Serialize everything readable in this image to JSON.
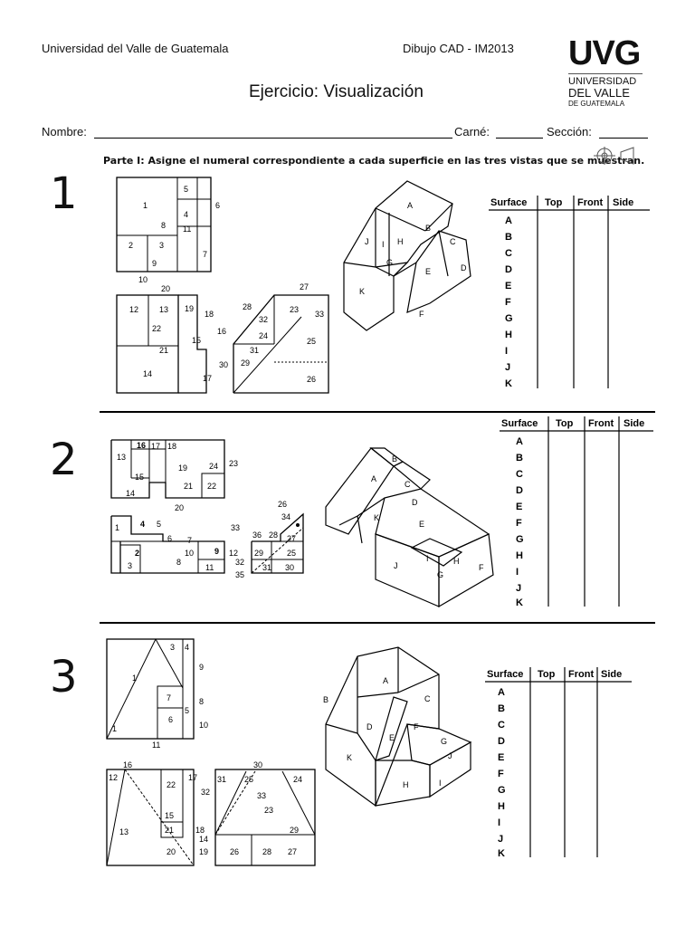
{
  "header": {
    "university": "Universidad del Valle de Guatemala",
    "course": "Dibujo CAD - IM2013",
    "title": "Ejercicio: Visualización",
    "logo_main": "UVG",
    "logo_line1": "UNIVERSIDAD",
    "logo_line2": "DEL VALLE",
    "logo_line3": "DE GUATEMALA"
  },
  "form": {
    "nombre_label": "Nombre: ",
    "carne_label": "Carné: ",
    "seccion_label": "Sección: "
  },
  "instruction": "Parte I: Asigne el numeral correspondiente a cada superficie en las tres vistas que se muestran.",
  "exercises": [
    {
      "number": "1",
      "table": {
        "headers": [
          "Surface",
          "Top",
          "Front",
          "Side"
        ],
        "rows": [
          "A",
          "B",
          "C",
          "D",
          "E",
          "F",
          "G",
          "H",
          "I",
          "J",
          "K"
        ]
      },
      "top_labels": [
        "1",
        "2",
        "3",
        "4",
        "5",
        "6",
        "7",
        "8",
        "9",
        "10",
        "11"
      ],
      "front_labels": [
        "12",
        "13",
        "14",
        "15",
        "16",
        "17",
        "18",
        "19",
        "20",
        "21",
        "22"
      ],
      "side_labels": [
        "23",
        "24",
        "25",
        "26",
        "27",
        "28",
        "29",
        "30",
        "31",
        "32",
        "33"
      ],
      "iso_labels": [
        "A",
        "B",
        "C",
        "D",
        "E",
        "F",
        "G",
        "H",
        "I",
        "J",
        "K"
      ]
    },
    {
      "number": "2",
      "table": {
        "headers": [
          "Surface",
          "Top",
          "Front",
          "Side"
        ],
        "rows": [
          "A",
          "B",
          "C",
          "D",
          "E",
          "F",
          "G",
          "H",
          "I",
          "J",
          "K"
        ]
      },
      "top_labels": [
        "13",
        "15",
        "14",
        "16",
        "17",
        "18",
        "19",
        "20",
        "21",
        "22",
        "23",
        "24"
      ],
      "front_labels": [
        "1",
        "2",
        "3",
        "4",
        "5",
        "6",
        "7",
        "8",
        "9",
        "10",
        "11",
        "12"
      ],
      "side_labels": [
        "25",
        "26",
        "27",
        "28",
        "29",
        "30",
        "31",
        "32",
        "33",
        "34",
        "35",
        "36"
      ],
      "iso_labels": [
        "A",
        "B",
        "C",
        "D",
        "E",
        "F",
        "G",
        "H",
        "I",
        "J",
        "K"
      ]
    },
    {
      "number": "3",
      "table": {
        "headers": [
          "Surface",
          "Top",
          "Front",
          "Side"
        ],
        "rows": [
          "A",
          "B",
          "C",
          "D",
          "E",
          "F",
          "G",
          "H",
          "I",
          "J",
          "K"
        ]
      },
      "top_labels": [
        "1",
        "2",
        "3",
        "4",
        "5",
        "6",
        "7",
        "8",
        "9",
        "10",
        "11"
      ],
      "front_labels": [
        "12",
        "13",
        "14",
        "15",
        "16",
        "17",
        "18",
        "19",
        "20",
        "21",
        "22"
      ],
      "side_labels": [
        "23",
        "24",
        "25",
        "26",
        "27",
        "28",
        "29",
        "30",
        "31",
        "32",
        "33"
      ],
      "iso_labels": [
        "A",
        "B",
        "C",
        "D",
        "E",
        "F",
        "G",
        "H",
        "I",
        "J",
        "K"
      ]
    }
  ]
}
